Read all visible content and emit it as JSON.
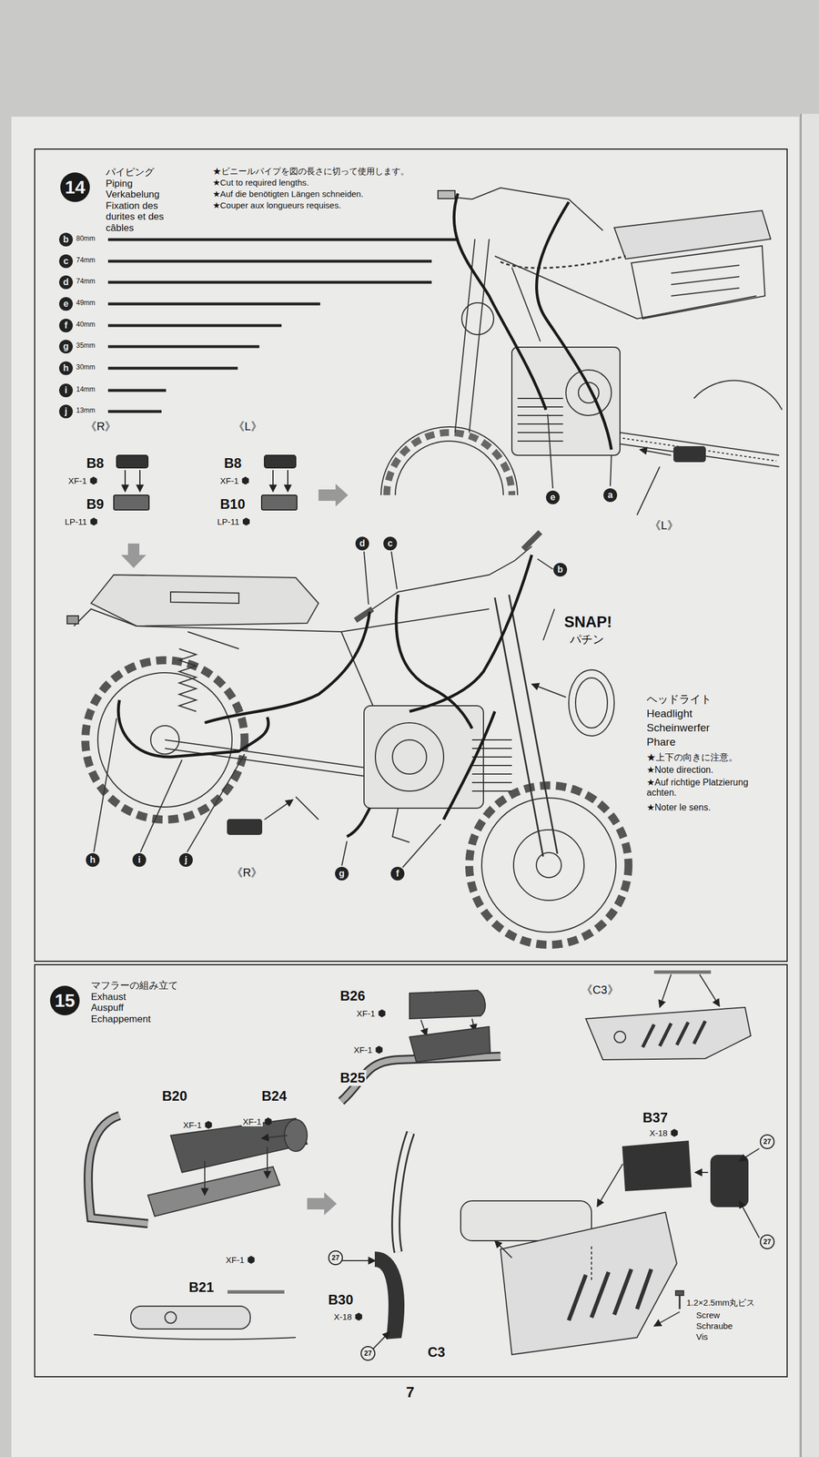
{
  "diagram": {
    "nodes": [
      {
        "text": [
          "14",
          "パイピング Piping Verkabelung Fixation des durites et des câbles"
        ]
      },
      {
        "text": [
          "15",
          "マフラーの組み立て Exhaust Auspuff Echappement"
        ]
      }
    ],
    "labels": [
      "★ビニールパイプを図の長さに切って使用します。",
      "★Cut to required lengths.",
      "★Auf die benötigten Längen schneiden.",
      "★Couper aux longueurs requises.",
      "b",
      "80mm",
      "c",
      "74mm",
      "d",
      "74mm",
      "e",
      "49mm",
      "f",
      "40mm",
      "g",
      "35mm",
      "h",
      "30mm",
      "i",
      "14mm",
      "j",
      "13mm",
      "《R》",
      "B8",
      "XF-1",
      "B9",
      "LP-11",
      "《L》",
      "B8",
      "XF-1",
      "B10",
      "LP-11",
      "e",
      "a",
      "《L》",
      "d",
      "c",
      "b",
      "SNAP!",
      "パチン",
      "ヘッドライト",
      "Headlight",
      "Scheinwerfer",
      "Phare",
      "★上下の向きに注意。",
      "★Note direction.",
      "★Auf richtige Platzierung achten.",
      "★Noter le sens.",
      "h",
      "i",
      "j",
      "《R》",
      "g",
      "f",
      "B26",
      "XF-1",
      "XF-1",
      "B25",
      "《C3》",
      "B20",
      "XF-1",
      "B24",
      "XF-1",
      "B21",
      "XF-1",
      "B37",
      "X-18",
      "27",
      "27",
      "27",
      "B30",
      "X-18",
      "27",
      "C3",
      "1.2×2.5mm丸ビス",
      "Screw",
      "Schraube",
      "Vis",
      "7"
    ]
  }
}
